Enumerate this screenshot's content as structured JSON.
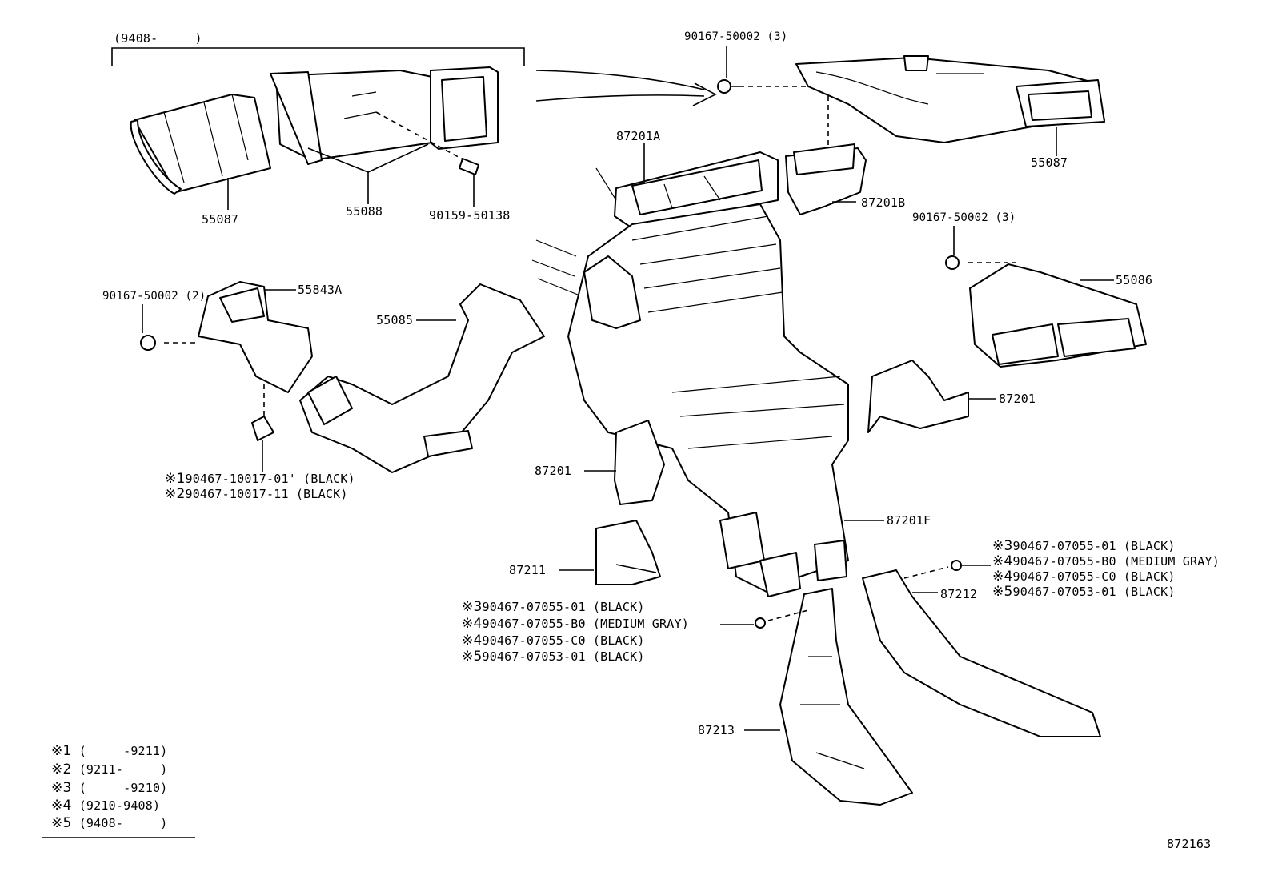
{
  "bracket_range": "(9408-     )",
  "diagram_code": "872163",
  "parts": {
    "p55087_left": "55087",
    "p55087_right": "55087",
    "p55088": "55088",
    "p90159": "90159-50138",
    "p90167_top": "90167-50002 (3)",
    "p90167_mid": "90167-50002 (3)",
    "p90167_left": "90167-50002 (2)",
    "p87201A": "87201A",
    "p87201B": "87201B",
    "p55843A": "55843A",
    "p55085": "55085",
    "p55086": "55086",
    "p87201_right": "87201",
    "p87201_left": "87201",
    "p87201F": "87201F",
    "p87211": "87211",
    "p87212": "87212",
    "p87213": "87213"
  },
  "left_clip_notes": [
    {
      "mark": "※1",
      "text": "90467-10017-01' (BLACK)"
    },
    {
      "mark": "※2",
      "text": "90467-10017-11 (BLACK)"
    }
  ],
  "center_clip_notes": [
    {
      "mark": "※3",
      "text": "90467-07055-01 (BLACK)"
    },
    {
      "mark": "※4",
      "text": "90467-07055-B0 (MEDIUM GRAY)"
    },
    {
      "mark": "※4",
      "text": "90467-07055-C0 (BLACK)"
    },
    {
      "mark": "※5",
      "text": "90467-07053-01 (BLACK)"
    }
  ],
  "right_clip_notes": [
    {
      "mark": "※3",
      "text": "90467-07055-01 (BLACK)"
    },
    {
      "mark": "※4",
      "text": "90467-07055-B0 (MEDIUM GRAY)"
    },
    {
      "mark": "※4",
      "text": "90467-07055-C0 (BLACK)"
    },
    {
      "mark": "※5",
      "text": "90467-07053-01 (BLACK)"
    }
  ],
  "legend": [
    {
      "mark": "※1",
      "range": "(     -9211)"
    },
    {
      "mark": "※2",
      "range": "(9211-     )"
    },
    {
      "mark": "※3",
      "range": "(     -9210)"
    },
    {
      "mark": "※4",
      "range": "(9210-9408)"
    },
    {
      "mark": "※5",
      "range": "(9408-     )"
    }
  ]
}
